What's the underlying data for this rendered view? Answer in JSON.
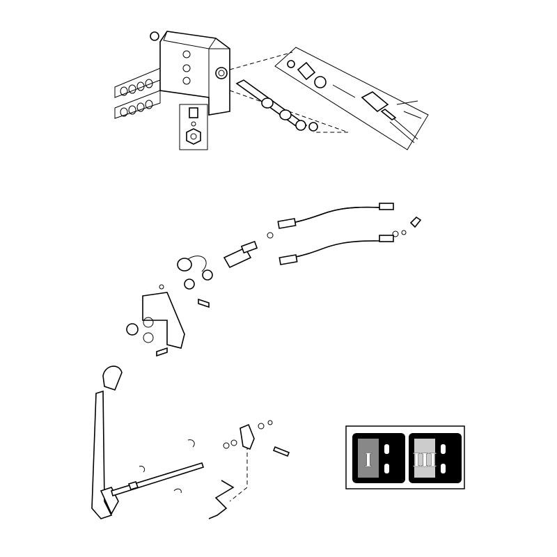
{
  "diagram": {
    "type": "exploded parts diagram",
    "decal": {
      "panels": [
        {
          "label": "I",
          "color": "#000000"
        },
        {
          "label": "III",
          "color": "#000000"
        }
      ]
    }
  }
}
